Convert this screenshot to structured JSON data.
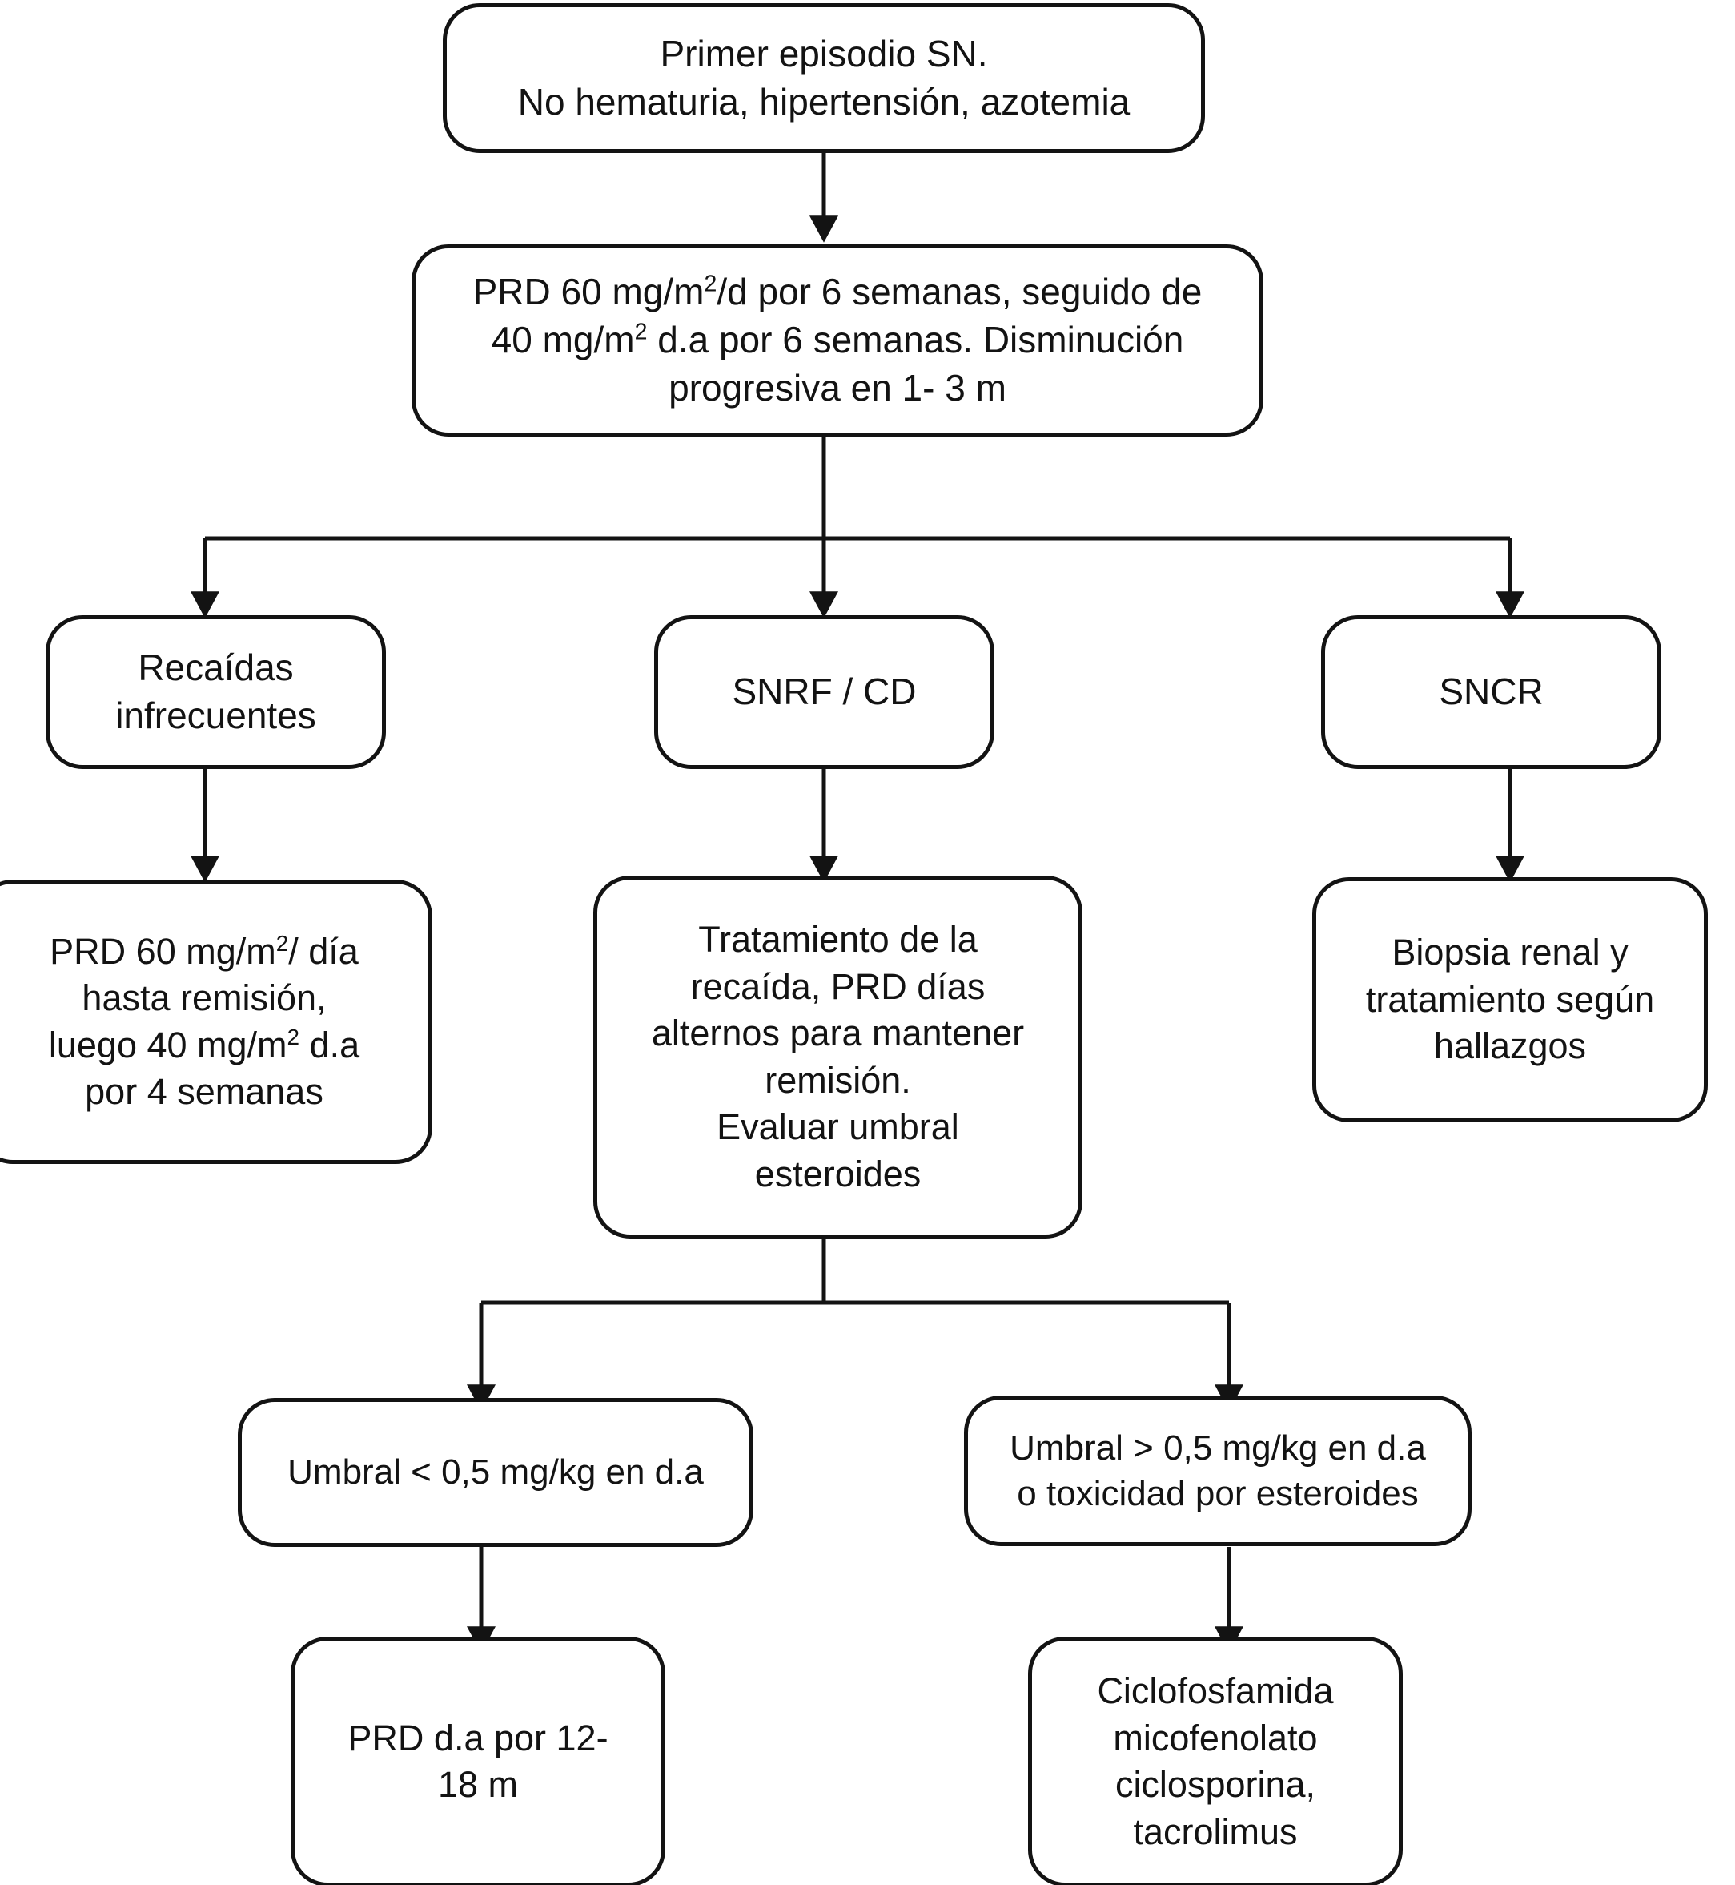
{
  "diagram": {
    "title": "Algoritmo de tratamiento del sindrome nefrotico",
    "stroke_color": "#131313",
    "background_color": "#ffffff",
    "nodes": {
      "first_episode": {
        "line1": "Primer episodio SN.",
        "line2": "No hematuria, hipertensión, azotemia"
      },
      "prd_initial": {
        "line1_a": "PRD 60 mg/m",
        "line1_sup": "2",
        "line1_b": "/d por 6 semanas, seguido de",
        "line2_a": "40 mg/m",
        "line2_sup": "2",
        "line2_b": " d.a por 6 semanas. Disminución",
        "line3": "progresiva en 1- 3 m"
      },
      "branch_relapses": {
        "line1": "Recaídas",
        "line2": "infrecuentes"
      },
      "branch_snrf_cd": {
        "line1": "SNRF / CD"
      },
      "branch_sncr": {
        "line1": "SNCR"
      },
      "prd_relapse": {
        "line1_a": "PRD 60 mg/m",
        "line1_sup": "2",
        "line1_b": "/ día",
        "line2": "hasta remisión,",
        "line3_a": "luego 40 mg/m",
        "line3_sup": "2",
        "line3_b": " d.a",
        "line4": "por 4 semanas"
      },
      "relapse_treatment": {
        "line1": "Tratamiento de la",
        "line2": "recaída, PRD días",
        "line3": "alternos para mantener",
        "line4": "remisión.",
        "line5": "Evaluar umbral",
        "line6": "esteroides"
      },
      "renal_biopsy": {
        "line1": "Biopsia renal y",
        "line2": "tratamiento según",
        "line3": "hallazgos"
      },
      "threshold_low": {
        "line1": "Umbral < 0,5 mg/kg en d.a"
      },
      "threshold_high": {
        "line1": "Umbral > 0,5 mg/kg en d.a",
        "line2": "o toxicidad por esteroides"
      },
      "prd_maintenance": {
        "line1": "PRD d.a por 12-",
        "line2": "18 m"
      },
      "immunosuppressants": {
        "line1": "Ciclofosfamida",
        "line2": "micofenolato",
        "line3": "ciclosporina,",
        "line4": "tacrolimus"
      }
    }
  }
}
